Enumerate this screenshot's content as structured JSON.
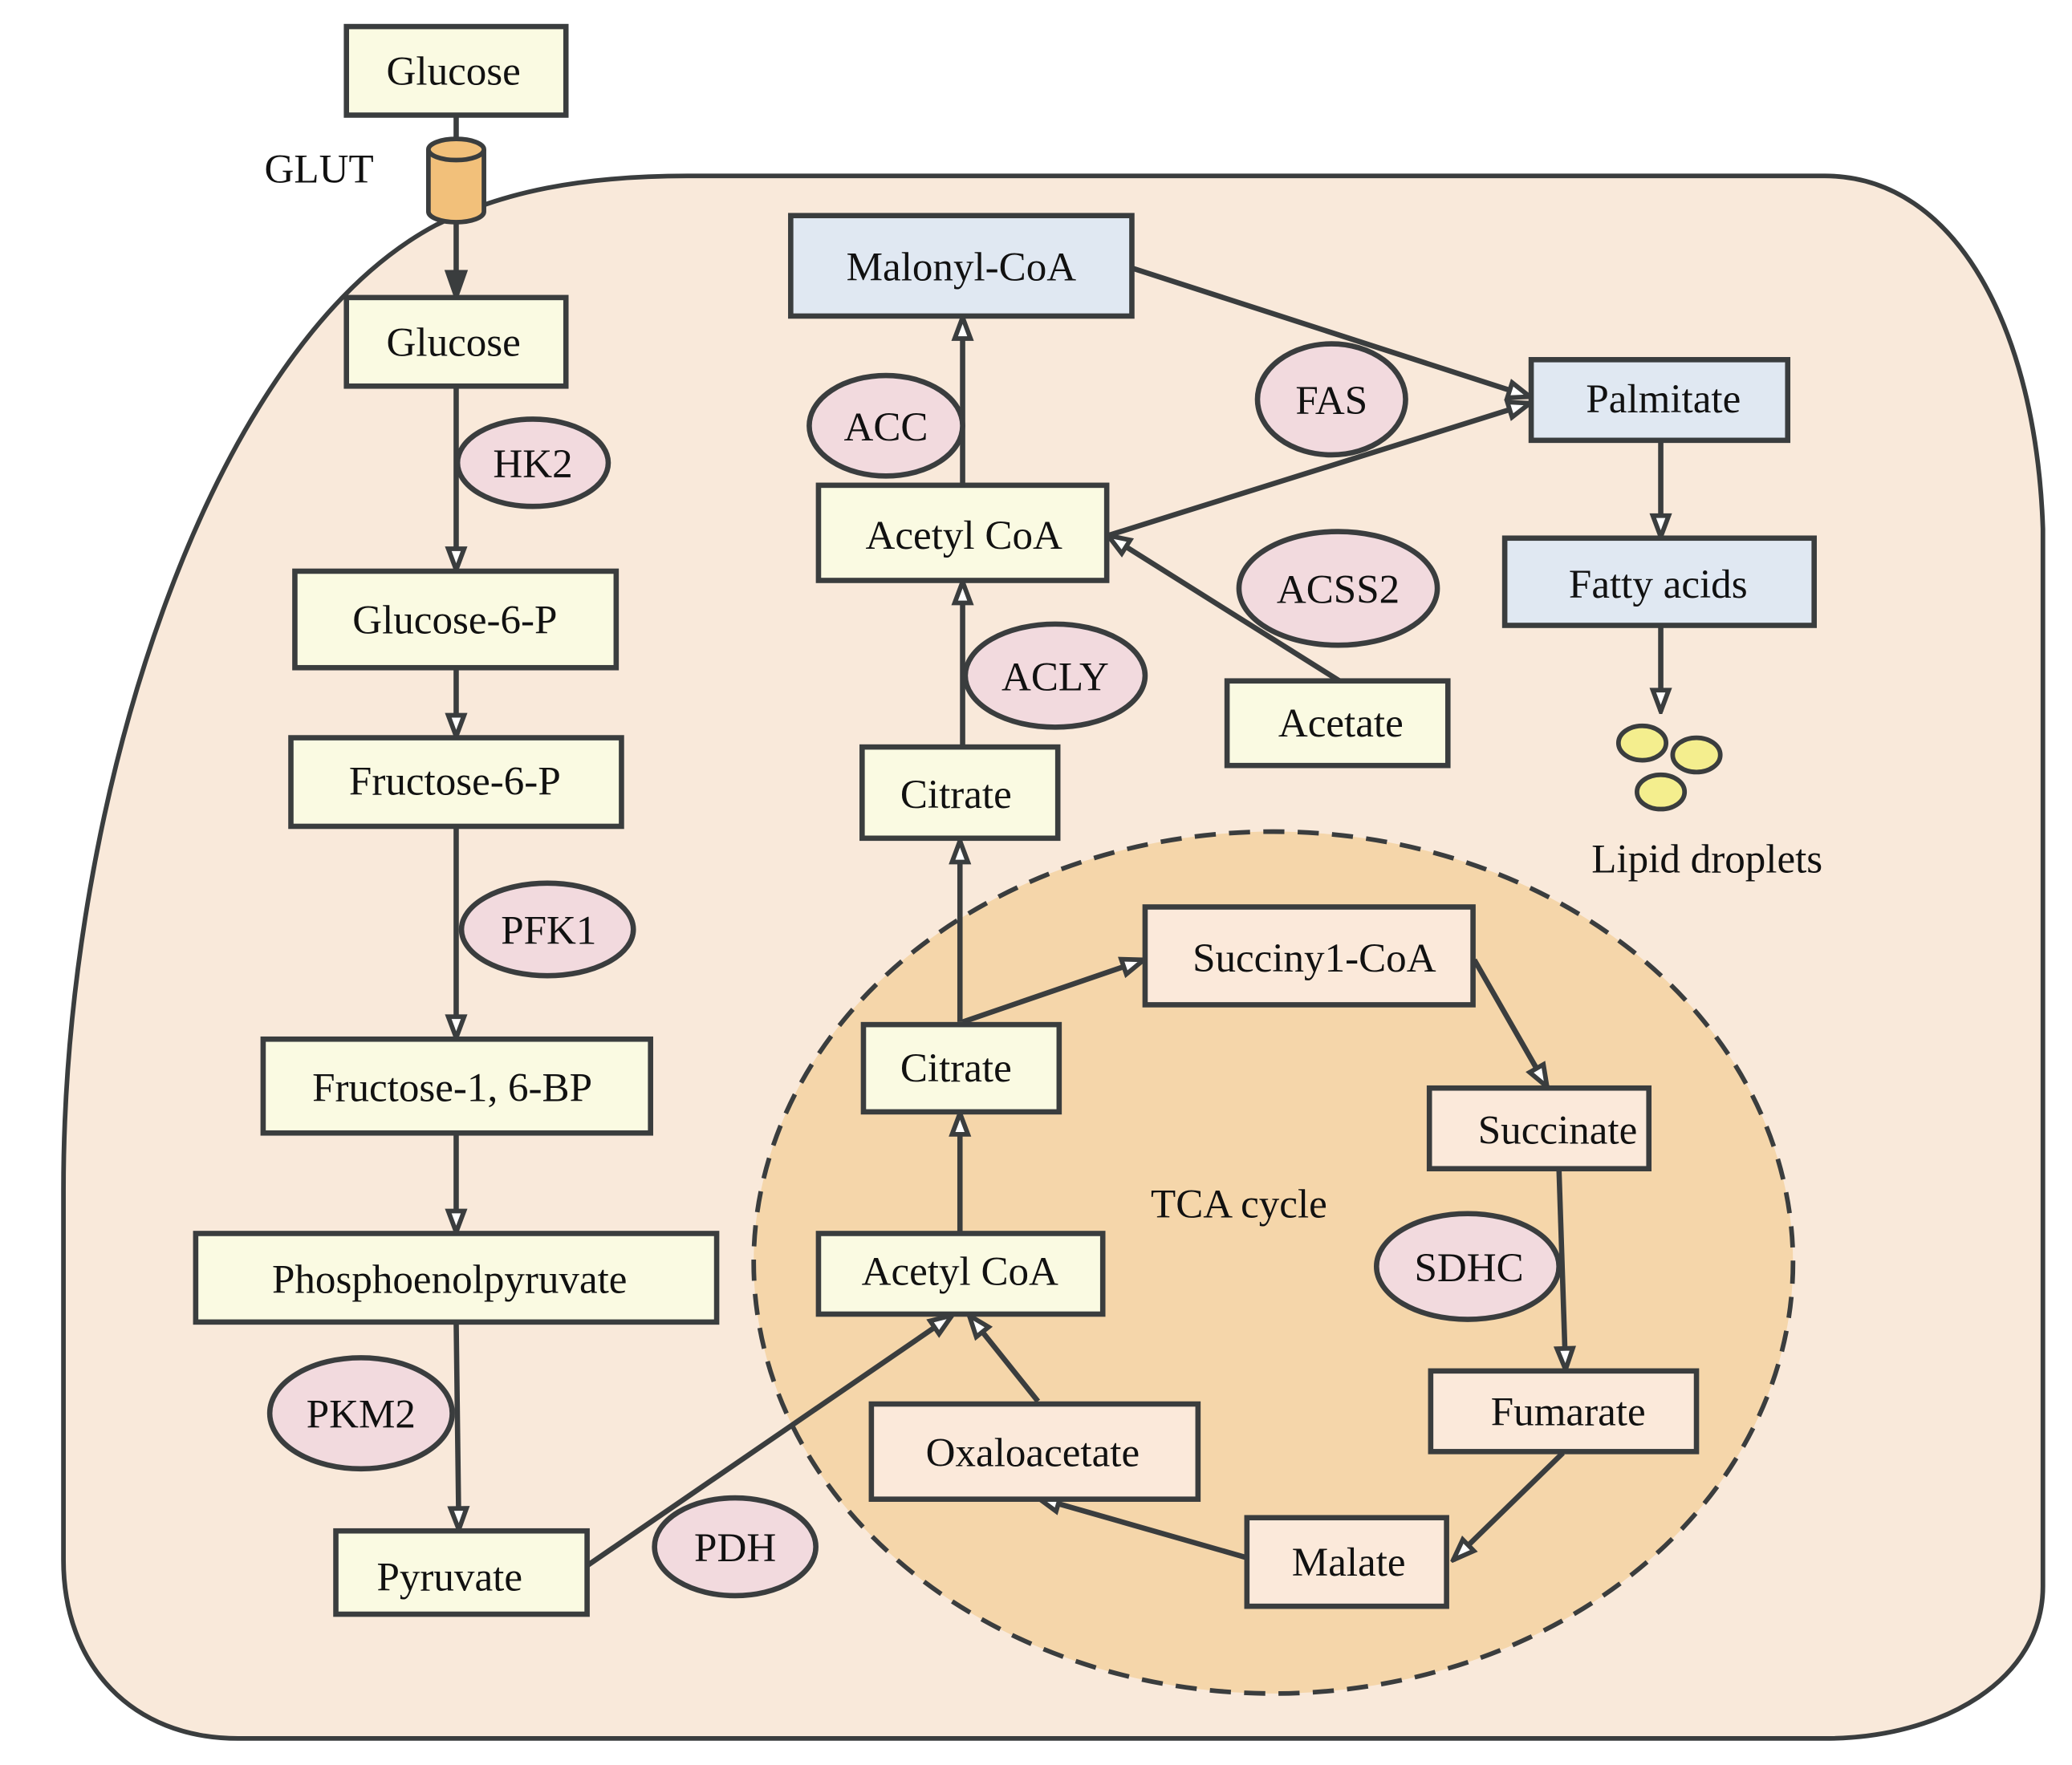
{
  "colors": {
    "cell_fill": "#f9e9da",
    "mitochondrion_fill": "#f5d6aa",
    "outline": "#3a3d3e",
    "metabolite_yellow": "#fafae2",
    "metabolite_blue": "#e0e8f2",
    "metabolite_peach": "#fbe9da",
    "enzyme_fill": "#f2dade",
    "transporter_fill": "#f2c07a",
    "droplet_fill": "#f4ee8e"
  },
  "extracellular": {
    "glucose": "Glucose",
    "transporter": "GLUT"
  },
  "glycolysis": {
    "glucose": "Glucose",
    "glucose_6_p": "Glucose-6-P",
    "fructose_6_p": "Fructose-6-P",
    "fructose_1_6_bp": "Fructose-1, 6-BP",
    "pep": "Phosphoenolpyruvate",
    "pyruvate": "Pyruvate",
    "enzymes": {
      "hk2": "HK2",
      "pfk1": "PFK1",
      "pkm2": "PKM2",
      "pdh": "PDH"
    }
  },
  "lipogenesis": {
    "malonyl_coa": "Malonyl-CoA",
    "acetyl_coa": "Acetyl CoA",
    "citrate": "Citrate",
    "acetate": "Acetate",
    "palmitate": "Palmitate",
    "fatty_acids": "Fatty acids",
    "lipid_droplets": "Lipid droplets",
    "enzymes": {
      "acc": "ACC",
      "fas": "FAS",
      "acss2": "ACSS2",
      "acly": "ACLY"
    }
  },
  "tca": {
    "title": "TCA cycle",
    "citrate": "Citrate",
    "succinyl_coa": "Succiny1-CoA",
    "succinate": "Succinate",
    "fumarate": "Fumarate",
    "malate": "Malate",
    "oxaloacetate": "Oxaloacetate",
    "acetyl_coa": "Acetyl CoA",
    "enzymes": {
      "sdhc": "SDHC"
    }
  }
}
